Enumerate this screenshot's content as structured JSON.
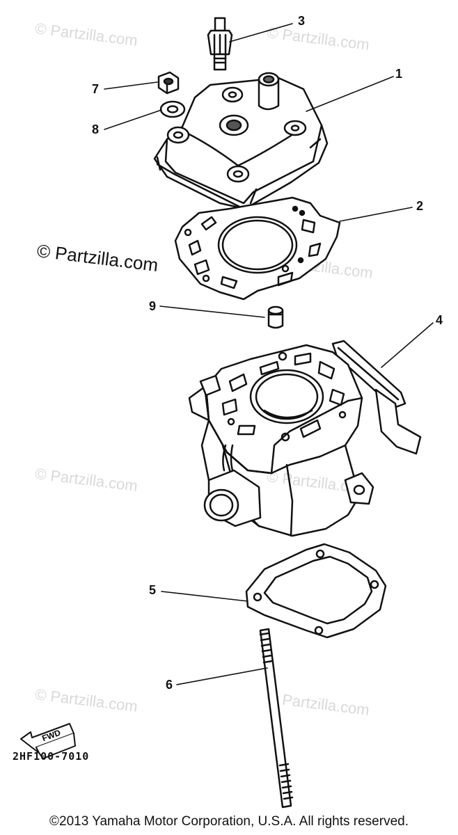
{
  "watermark": "© Partzilla.com",
  "callouts": [
    "1",
    "2",
    "3",
    "4",
    "5",
    "6",
    "7",
    "8",
    "9"
  ],
  "fwd_label": "FWD",
  "diagram_code": "2HF100-7010",
  "copyright": "©2013 Yamaha Motor Corporation, U.S.A. All rights reserved."
}
